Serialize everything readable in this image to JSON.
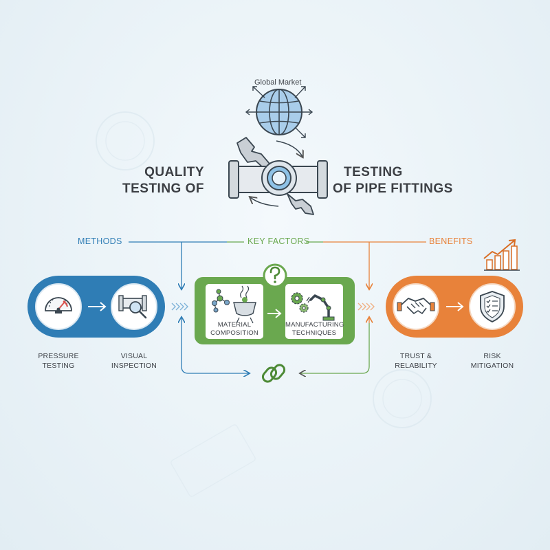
{
  "title": {
    "left_line1": "QUALITY",
    "left_line2": "TESTING OF",
    "right_line1": "TESTING",
    "right_line2": "OF PIPE FITTINGS"
  },
  "global_market_label": "Global Market",
  "sections": {
    "methods": {
      "label": "METHODS",
      "color": "#2f7db5"
    },
    "key_factors": {
      "label": "KEY FACTORS",
      "color": "#6aa84f"
    },
    "benefits": {
      "label": "BENEFITS",
      "color": "#e8823a"
    }
  },
  "methods": {
    "items": [
      {
        "line1": "PRESSURE",
        "line2": "TESTING",
        "icon": "pressure-gauge-icon"
      },
      {
        "line1": "VISUAL",
        "line2": "INSPECTION",
        "icon": "pipe-magnifier-icon"
      }
    ]
  },
  "key_factors": {
    "items": [
      {
        "line1": "MATERIAL",
        "line2": "COMPOSITION",
        "icon": "molecule-crucible-icon"
      },
      {
        "line1": "MANUFACTURING",
        "line2": "TECHNIQUES",
        "icon": "gears-robot-arm-icon"
      }
    ]
  },
  "benefits": {
    "items": [
      {
        "line1": "TRUST &",
        "line2": "RELABILITY",
        "icon": "handshake-icon"
      },
      {
        "line1": "RISK",
        "line2": "MITIGATION",
        "icon": "shield-check-icon"
      }
    ]
  },
  "icons": {
    "center": "pipe-wrench-icon",
    "globe": "globe-icon",
    "question": "question-mark-icon",
    "chain": "chain-link-icon",
    "growth": "growth-chart-icon"
  }
}
